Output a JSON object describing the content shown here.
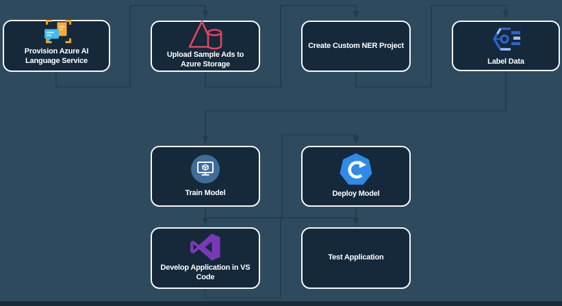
{
  "diagram": {
    "background_color": "#2e4a5e",
    "bottom_bar_color": "#1a2a36",
    "edge_color": "#223c4b",
    "node_style": {
      "fill": "#15293a",
      "border_color": "#fafafa",
      "text_color": "#ffffff"
    },
    "icon_colors": {
      "language_orange": "#f7a21b",
      "language_doc_orange": "#f9a93c",
      "language_bubble_blue": "#3fbcf1",
      "storage_red": "#e64360",
      "label_data_blue": "#2d63cc",
      "label_data_light_blue": "#9fc0f2",
      "train_circle_blue": "#3e6d99",
      "deploy_blue": "#2e8bea",
      "vs_purple": "#7a3ab8"
    },
    "nodes": [
      {
        "id": "provision-language-service",
        "label": "Provision Azure AI Language Service",
        "icon": "azure-ai-language-icon"
      },
      {
        "id": "upload-sample-ads",
        "label": "Upload Sample Ads to Azure Storage",
        "icon": "azure-storage-icon"
      },
      {
        "id": "create-ner-project",
        "label": "Create Custom NER Project",
        "icon": null
      },
      {
        "id": "label-data",
        "label": "Label Data",
        "icon": "language-studio-icon"
      },
      {
        "id": "train-model",
        "label": "Train Model",
        "icon": "ml-model-icon"
      },
      {
        "id": "deploy-model",
        "label": "Deploy Model",
        "icon": "deployment-icon"
      },
      {
        "id": "develop-vs-code",
        "label": "Develop Application in VS Code",
        "icon": "visual-studio-icon"
      },
      {
        "id": "test-application",
        "label": "Test Application",
        "icon": null
      }
    ],
    "edges": [
      {
        "from": "provision-language-service",
        "to": "upload-sample-ads"
      },
      {
        "from": "upload-sample-ads",
        "to": "create-ner-project"
      },
      {
        "from": "create-ner-project",
        "to": "label-data"
      },
      {
        "from": "label-data",
        "to": "train-model"
      },
      {
        "from": "train-model",
        "to": "deploy-model"
      },
      {
        "from": "deploy-model",
        "to": "develop-vs-code"
      },
      {
        "from": "develop-vs-code",
        "to": "test-application"
      }
    ]
  }
}
